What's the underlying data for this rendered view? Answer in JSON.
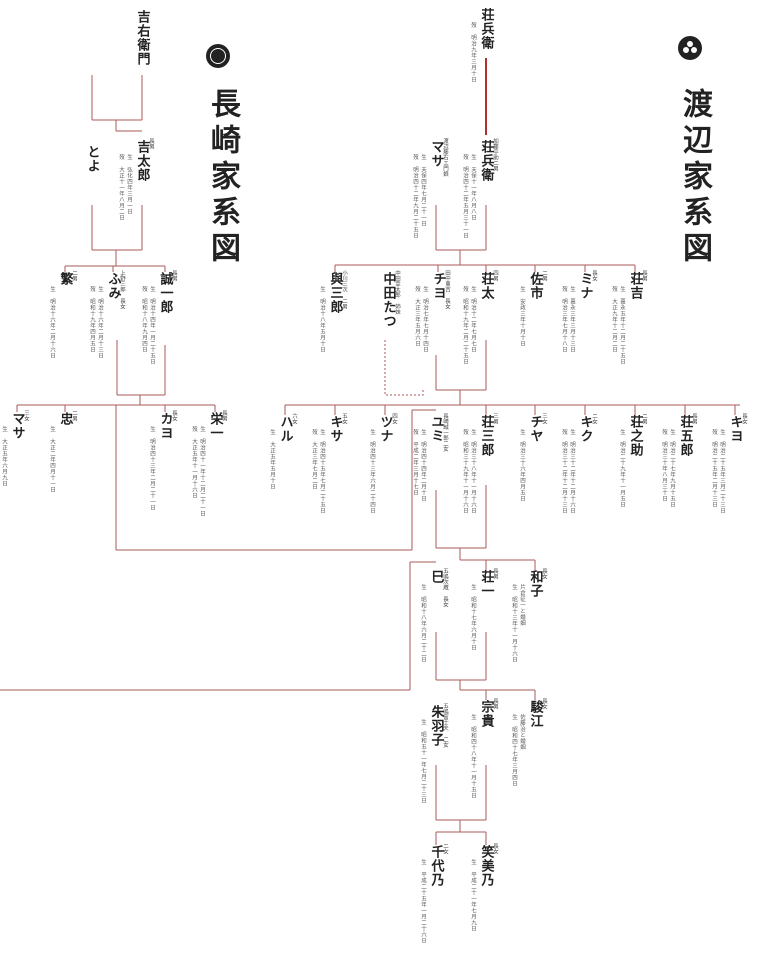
{
  "families": {
    "nagasaki": {
      "title": "長崎家系図",
      "crest_icon": "nagasaki-family-crest"
    },
    "watanabe": {
      "title": "渡辺家系図",
      "crest_icon": "watanabe-family-crest"
    }
  },
  "colors": {
    "line": "#a85a5a",
    "line_strong": "#b03030",
    "text": "#222222"
  },
  "persons": [
    {
      "id": "kichiemon",
      "name": "吉右衛門",
      "relation": "",
      "details": []
    },
    {
      "id": "kichitaro",
      "name": "吉太郎",
      "relation": "長男",
      "details": [
        "生 弘化四年三月一日",
        "歿 大正十一年八月二日"
      ]
    },
    {
      "id": "toyo",
      "name": "とよ",
      "relation": "",
      "details": []
    },
    {
      "id": "shigeru",
      "name": "繁",
      "relation": "二男",
      "details": [
        "生 明治十六年二月十六日"
      ]
    },
    {
      "id": "fumi",
      "name": "ふみ",
      "relation": "上野三郎 長女",
      "details": [
        "生 明治十六年二月十三日",
        "歿 昭和十九年四月五日"
      ]
    },
    {
      "id": "seiichiro",
      "name": "誠一郎",
      "relation": "長男",
      "details": [
        "生 明治十四年一月二十五日",
        "歿 昭和十八年九月四日"
      ]
    },
    {
      "id": "masa_n",
      "name": "マサ",
      "relation": "三女",
      "details": [
        "生 大正五年六月九日"
      ]
    },
    {
      "id": "tadashi",
      "name": "忠",
      "relation": "二男",
      "details": [
        "生 大正二年四月十一日"
      ]
    },
    {
      "id": "kayo",
      "name": "カヨ",
      "relation": "長女",
      "details": [
        "生 明治四十三年二月二十一日"
      ]
    },
    {
      "id": "eiichi",
      "name": "栄一",
      "relation": "長男",
      "details": [
        "生 明治四十一年十二月二十一日",
        "歿 大正五年十一月十六日"
      ]
    },
    {
      "id": "shohei1",
      "name": "荘兵衛",
      "relation": "",
      "details": [
        "歿 明治九年三月十日"
      ]
    },
    {
      "id": "shohei2",
      "name": "荘兵衛",
      "relation": "加藤平助二男",
      "details": [
        "生 天保十一年八月八日",
        "歿 明治四十二年五月三十一日"
      ]
    },
    {
      "id": "masa_w",
      "name": "マサ",
      "relation": "渡辺藤右エ門娘",
      "details": [
        "生 天保四年七月二十一日",
        "歿 明治四十二年九月二十五日"
      ]
    },
    {
      "id": "yosaburo",
      "name": "與三郎",
      "relation": "小川三次 二男",
      "details": [
        "生 明治十八年五月十日"
      ]
    },
    {
      "id": "nakata_tatsu",
      "name": "中田たつ",
      "relation": "中田幸太郎 姉妹",
      "details": []
    },
    {
      "id": "chiyo",
      "name": "チヨ",
      "relation": "田中東吉 長女",
      "details": [
        "生 明治七年七月十四日",
        "歿 大正三年五月六日"
      ]
    },
    {
      "id": "shota",
      "name": "荘太",
      "relation": "四男",
      "details": [
        "生 明治十二年七月七日",
        "歿 昭和十九年二月二十五日"
      ]
    },
    {
      "id": "saichi",
      "name": "佐市",
      "relation": "二男",
      "details": [
        "生 安政三年十月十日"
      ]
    },
    {
      "id": "mina",
      "name": "ミナ",
      "relation": "長女",
      "details": [
        "生 嘉永三年三月十三日",
        "歿 明治三年七月十八日"
      ]
    },
    {
      "id": "shokichi",
      "name": "荘吉",
      "relation": "長男",
      "details": [
        "生 嘉永五年十二月二十五日",
        "歿 大正九年十二月二日"
      ]
    },
    {
      "id": "haru",
      "name": "ハル",
      "relation": "六女",
      "details": [
        "生 大正五年五月十日"
      ]
    },
    {
      "id": "kisa",
      "name": "キサ",
      "relation": "五女",
      "details": [
        "生 明治四十五年七月二十五日",
        "歿 大正三年七月二日"
      ]
    },
    {
      "id": "tsuna",
      "name": "ツナ",
      "relation": "四女",
      "details": [
        "生 明治四十三年六月二十四日"
      ]
    },
    {
      "id": "yumi",
      "name": "ユミ",
      "relation": "長崎誠一郎二女",
      "details": [
        "生 明治四十四年二月十日",
        "歿 平成二年三月十七日"
      ]
    },
    {
      "id": "shozaburo",
      "name": "荘三郎",
      "relation": "三男",
      "details": [
        "生 明治三十八年十一月十六日",
        "歿 昭和三十九年十一月十六日"
      ]
    },
    {
      "id": "chiya",
      "name": "チヤ",
      "relation": "三女",
      "details": [
        "生 明治三十六年四月五日"
      ]
    },
    {
      "id": "kiku",
      "name": "キク",
      "relation": "二女",
      "details": [
        "生 明治三十二年十二月十六日",
        "歿 明治三十二年十二月十三日"
      ]
    },
    {
      "id": "shonosuke",
      "name": "荘之助",
      "relation": "二男",
      "details": [
        "生 明治二十九年十一月五日"
      ]
    },
    {
      "id": "shogoro",
      "name": "荘五郎",
      "relation": "長男",
      "details": [
        "生 明治二十七年九月十五日",
        "歿 明治三十年八月三十日"
      ]
    },
    {
      "id": "kiyo",
      "name": "キヨ",
      "relation": "長女",
      "details": [
        "生 明治二十五年三月二十三日",
        "歿 明治二十五年二月十三日"
      ]
    },
    {
      "id": "mi",
      "name": "巳",
      "relation": "五嶋次蔵 長女",
      "details": [
        "生 昭和十八年六月二十二日"
      ]
    },
    {
      "id": "shoichi",
      "name": "荘一",
      "relation": "長男",
      "details": [
        "生 昭和十七年六月十日"
      ]
    },
    {
      "id": "kazuko",
      "name": "和子",
      "relation": "長女",
      "details": [
        "片倉征一と婚姻",
        "生 昭和十三年十一月十六日"
      ]
    },
    {
      "id": "akeko",
      "name": "朱羽子",
      "relation": "五嶋富士夫 二女",
      "details": [
        "生 昭和五十一年七月二十三日"
      ]
    },
    {
      "id": "munetaka",
      "name": "宗貴",
      "relation": "長男",
      "details": [
        "生 昭和四十八年十一月十五日"
      ]
    },
    {
      "id": "shunko",
      "name": "駿江",
      "relation": "長女",
      "details": [
        "佐藤治と婚姻",
        "生 昭和四十七年三月四日"
      ]
    },
    {
      "id": "chiyono",
      "name": "千代乃",
      "relation": "二女",
      "details": [
        "生 平成二十五年一月二十六日"
      ]
    },
    {
      "id": "emino",
      "name": "笑美乃",
      "relation": "長女",
      "details": [
        "生 平成二十一年七月九日"
      ]
    }
  ]
}
